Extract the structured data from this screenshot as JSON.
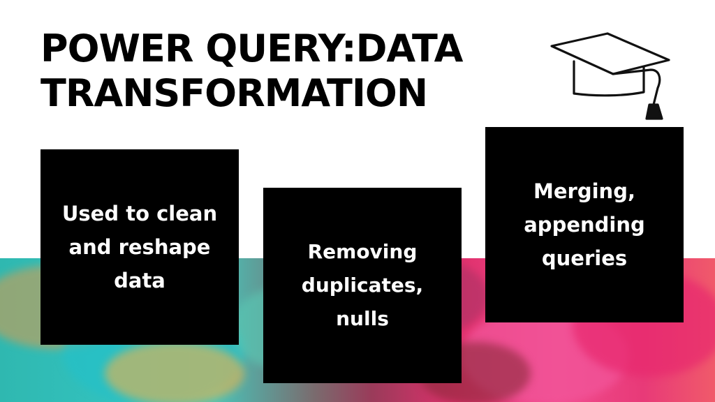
{
  "title": {
    "line1": "POWER QUERY:DATA",
    "line2": "TRANSFORMATION"
  },
  "cards": [
    {
      "text": "Used to clean and reshape data"
    },
    {
      "text": "Removing duplicates, nulls"
    },
    {
      "text": "Merging, appending queries"
    }
  ],
  "icons": {
    "cap": "graduation-cap-icon"
  },
  "colors": {
    "card_bg": "#000000",
    "card_text": "#ffffff",
    "title": "#000000"
  }
}
